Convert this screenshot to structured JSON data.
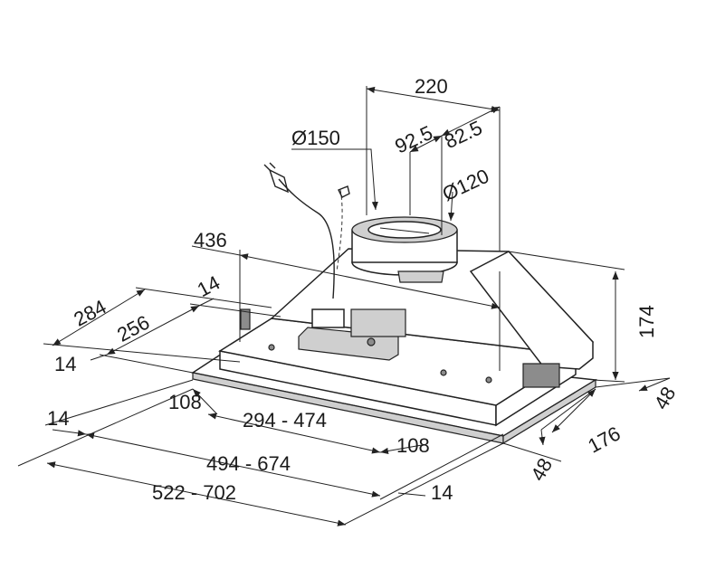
{
  "colors": {
    "line": "#222222",
    "text": "#1a1a1a",
    "shade": "#cfcfcf",
    "dark": "#8c8c8c",
    "background": "#ffffff"
  },
  "dimensions": {
    "duct_width": "220",
    "outlet_diameter": "Ø150",
    "outlet_offset_a": "92.5",
    "outlet_offset_b": "82.5",
    "inner_outlet_diameter": "Ø120",
    "body_depth": "436",
    "total_depth": "284",
    "cutout_depth": "256",
    "depth_margin_top": "14",
    "depth_margin_bottom": "14",
    "height": "174",
    "side_48_top": "48",
    "side_176": "176",
    "side_48_bottom": "48",
    "front_left_108": "108",
    "front_right_108": "108",
    "width_range_inner": "294 - 474",
    "width_range_cutout": "494 - 674",
    "width_range_total": "522 - 702",
    "margin_left_14": "14",
    "margin_right_14": "14"
  }
}
